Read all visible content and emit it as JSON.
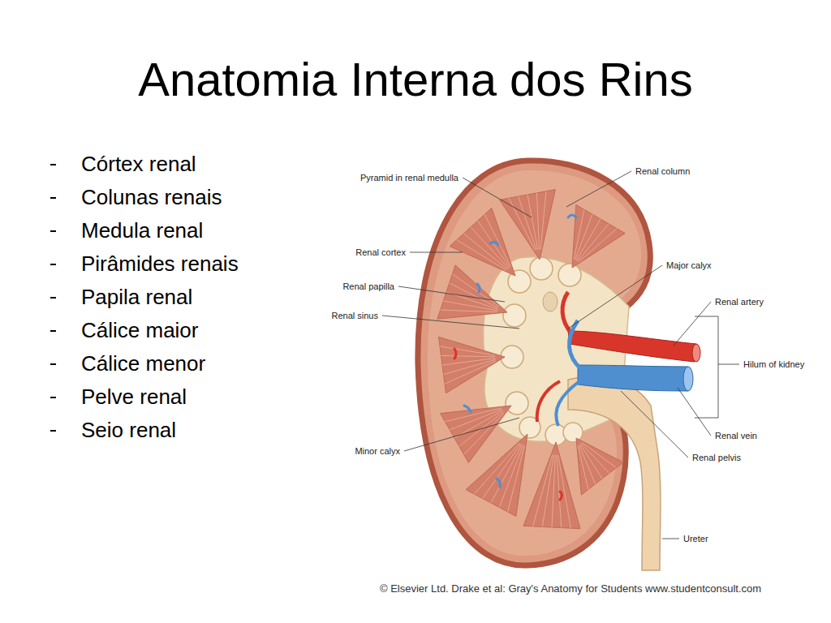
{
  "diagram": {
    "title": "Anatomia Interna dos Rins",
    "labels": [
      "Córtex renal",
      "Colunas renais",
      "Medula renal",
      "Pirâmides renais",
      "Papila renal",
      "Cálice maior",
      "Cálice menor",
      "Pelve renal",
      "Seio renal",
      "Pyramid in renal medulla",
      "Renal column",
      "Renal cortex",
      "Major calyx",
      "Renal papilla",
      "Renal artery",
      "Renal sinus",
      "Hilum of kidney",
      "Renal vein",
      "Minor calyx",
      "Renal pelvis",
      "Ureter",
      "© Elsevier Ltd. Drake et al: Gray's Anatomy for Students www.studentconsult.com"
    ]
  }
}
